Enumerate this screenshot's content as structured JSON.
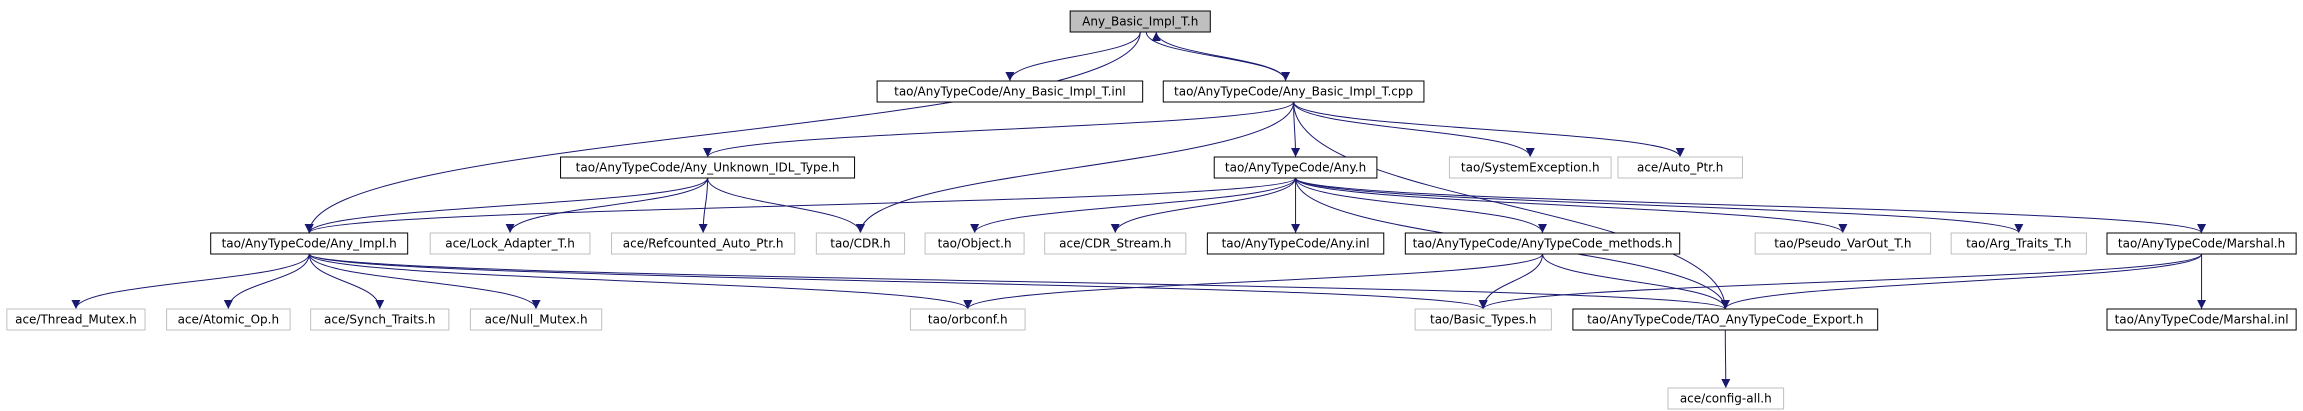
{
  "diagram": {
    "title": "Any_Basic_Impl_T.h",
    "nodes": [
      {
        "id": "root",
        "label": "Any_Basic_Impl_T.h",
        "style": "root"
      },
      {
        "id": "n_inl",
        "label": "tao/AnyTypeCode/Any_Basic_Impl_T.inl",
        "style": "solid"
      },
      {
        "id": "n_cpp",
        "label": "tao/AnyTypeCode/Any_Basic_Impl_T.cpp",
        "style": "solid"
      },
      {
        "id": "n_unknown",
        "label": "tao/AnyTypeCode/Any_Unknown_IDL_Type.h",
        "style": "solid"
      },
      {
        "id": "n_any",
        "label": "tao/AnyTypeCode/Any.h",
        "style": "solid"
      },
      {
        "id": "n_sysexc",
        "label": "tao/SystemException.h",
        "style": "grey"
      },
      {
        "id": "n_autoptr",
        "label": "ace/Auto_Ptr.h",
        "style": "grey"
      },
      {
        "id": "n_anyimpl",
        "label": "tao/AnyTypeCode/Any_Impl.h",
        "style": "solid"
      },
      {
        "id": "n_lockadapter",
        "label": "ace/Lock_Adapter_T.h",
        "style": "grey"
      },
      {
        "id": "n_refcounted",
        "label": "ace/Refcounted_Auto_Ptr.h",
        "style": "grey"
      },
      {
        "id": "n_cdr",
        "label": "tao/CDR.h",
        "style": "grey"
      },
      {
        "id": "n_object",
        "label": "tao/Object.h",
        "style": "grey"
      },
      {
        "id": "n_cdrstream",
        "label": "ace/CDR_Stream.h",
        "style": "grey"
      },
      {
        "id": "n_anyinl",
        "label": "tao/AnyTypeCode/Any.inl",
        "style": "solid"
      },
      {
        "id": "n_tcmethods",
        "label": "tao/AnyTypeCode/AnyTypeCode_methods.h",
        "style": "solid"
      },
      {
        "id": "n_pseudo",
        "label": "tao/Pseudo_VarOut_T.h",
        "style": "grey"
      },
      {
        "id": "n_argtraits",
        "label": "tao/Arg_Traits_T.h",
        "style": "grey"
      },
      {
        "id": "n_marshal",
        "label": "tao/AnyTypeCode/Marshal.h",
        "style": "solid"
      },
      {
        "id": "n_threadmutex",
        "label": "ace/Thread_Mutex.h",
        "style": "grey"
      },
      {
        "id": "n_atomic",
        "label": "ace/Atomic_Op.h",
        "style": "grey"
      },
      {
        "id": "n_synch",
        "label": "ace/Synch_Traits.h",
        "style": "grey"
      },
      {
        "id": "n_nullmutex",
        "label": "ace/Null_Mutex.h",
        "style": "grey"
      },
      {
        "id": "n_orbconf",
        "label": "tao/orbconf.h",
        "style": "grey"
      },
      {
        "id": "n_basictypes",
        "label": "tao/Basic_Types.h",
        "style": "grey"
      },
      {
        "id": "n_export",
        "label": "tao/AnyTypeCode/TAO_AnyTypeCode_Export.h",
        "style": "solid"
      },
      {
        "id": "n_marshalinl",
        "label": "tao/AnyTypeCode/Marshal.inl",
        "style": "solid"
      },
      {
        "id": "n_configall",
        "label": "ace/config-all.h",
        "style": "grey"
      }
    ],
    "edges": [
      {
        "from": "root",
        "to": "n_inl"
      },
      {
        "from": "root",
        "to": "n_cpp"
      },
      {
        "from": "root",
        "to": "n_anyimpl"
      },
      {
        "from": "n_cpp",
        "to": "root"
      },
      {
        "from": "n_cpp",
        "to": "n_unknown"
      },
      {
        "from": "n_cpp",
        "to": "n_any"
      },
      {
        "from": "n_cpp",
        "to": "n_sysexc"
      },
      {
        "from": "n_cpp",
        "to": "n_autoptr"
      },
      {
        "from": "n_cpp",
        "to": "n_cdr"
      },
      {
        "from": "n_cpp",
        "to": "n_export"
      },
      {
        "from": "n_unknown",
        "to": "n_anyimpl"
      },
      {
        "from": "n_unknown",
        "to": "n_lockadapter"
      },
      {
        "from": "n_unknown",
        "to": "n_refcounted"
      },
      {
        "from": "n_unknown",
        "to": "n_cdr"
      },
      {
        "from": "n_any",
        "to": "n_anyimpl"
      },
      {
        "from": "n_any",
        "to": "n_object"
      },
      {
        "from": "n_any",
        "to": "n_cdrstream"
      },
      {
        "from": "n_any",
        "to": "n_anyinl"
      },
      {
        "from": "n_any",
        "to": "n_tcmethods"
      },
      {
        "from": "n_any",
        "to": "n_pseudo"
      },
      {
        "from": "n_any",
        "to": "n_argtraits"
      },
      {
        "from": "n_any",
        "to": "n_marshal"
      },
      {
        "from": "n_any",
        "to": "n_export"
      },
      {
        "from": "n_anyimpl",
        "to": "n_threadmutex"
      },
      {
        "from": "n_anyimpl",
        "to": "n_atomic"
      },
      {
        "from": "n_anyimpl",
        "to": "n_synch"
      },
      {
        "from": "n_anyimpl",
        "to": "n_nullmutex"
      },
      {
        "from": "n_anyimpl",
        "to": "n_orbconf"
      },
      {
        "from": "n_anyimpl",
        "to": "n_basictypes"
      },
      {
        "from": "n_anyimpl",
        "to": "n_export"
      },
      {
        "from": "n_tcmethods",
        "to": "n_orbconf"
      },
      {
        "from": "n_tcmethods",
        "to": "n_basictypes"
      },
      {
        "from": "n_tcmethods",
        "to": "n_export"
      },
      {
        "from": "n_marshal",
        "to": "n_basictypes"
      },
      {
        "from": "n_marshal",
        "to": "n_export"
      },
      {
        "from": "n_marshal",
        "to": "n_marshalinl"
      },
      {
        "from": "n_export",
        "to": "n_configall"
      }
    ],
    "colors": {
      "edge": "#191970",
      "root_fill": "#bfbfbf",
      "solid_border": "#000000",
      "grey_border": "#bfbfbf",
      "background": "#ffffff"
    }
  }
}
